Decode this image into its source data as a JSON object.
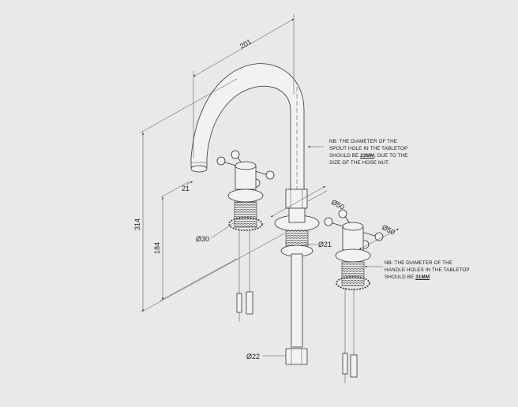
{
  "dimensions": {
    "spout_reach": "201",
    "spout_outlet": "21",
    "total_height": "314",
    "spout_clearance": "184",
    "left_thread_dia": "Ø30",
    "left_flange_dia": "Ø50",
    "right_flange_dia": "Ø50",
    "spout_thread_dia": "Ø21",
    "hose_nut_dia": "Ø22"
  },
  "notes": {
    "spout": {
      "line1": "NB: THE DIAMETER OF THE",
      "line2": "SPOUT HOLE IN THE TABLETOP",
      "line3_pre": "SHOULD BE ",
      "line3_value": "23MM",
      "line3_post": ", DUE TO THE",
      "line4": "SIZE OF THE HOSE NUT."
    },
    "handle": {
      "line1": "NB: THE DIAMETER OF THE",
      "line2": "HANDLE HOLES IN THE TABLETOP",
      "line3_pre": "SHOULD BE ",
      "line3_value": "31MM",
      "line3_post": "."
    }
  }
}
